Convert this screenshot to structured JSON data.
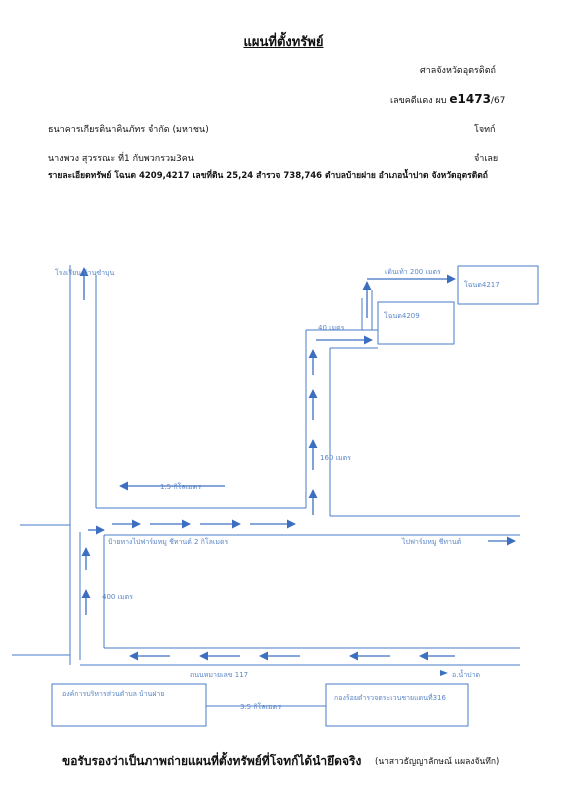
{
  "header": {
    "title": "แผนที่ตั้งทรัพย์",
    "court": "ศาลจังหวัดอุตรดิตถ์",
    "case_prefix": "เลขคดีแดง ผบ",
    "case_number": "e1473",
    "case_year": "/67"
  },
  "parties": {
    "plaintiff": "ธนาคารเกียรตินาคินภัทร จำกัด (มหาชน)",
    "plaintiff_role": "โจทก์",
    "defendant": "นางพวง สุวรรณะ ที่1 กับพวกรวม3คน",
    "defendant_role": "จำเลย"
  },
  "property_detail": "รายละเอียดทรัพย์ โฉนด 4209,4217 เลขที่ดิน 25,24 สำรวจ 738,746 ตำบลบ้ายฝาย อำเภอน้ำปาด จังหวัดอุตรดิตถ์",
  "map": {
    "school": "โรงเรียน บ้านซำบุน",
    "walk_200": "เดินเท้า 200 เมตร",
    "deed_4217": "โฉนด4217",
    "deed_4209": "โฉนด4209",
    "dist_40": "40 เมตร",
    "dist_160": "160 เมตร",
    "dist_1_5": "1.5 กิโลเมตร",
    "turn_label": "ป้ายทางไปฟาร์มหมู ชีทานต์ 2 กิโลเมตร",
    "pig_farm": "ไปฟาร์มหมู ชีทานต์",
    "dist_400": "400 เมตร",
    "highway": "ถนนหมายเลข 117",
    "to_nampat": "อ.น้ำปาด",
    "tambon_office": "องค์การบริหารส่วนตำบล บ้านฝาย",
    "dist_3_5": "3.5 กิโลเมตร",
    "police": "กองร้อยตำรวจตระเวนชายแดนที่316"
  },
  "footer": {
    "certification": "ขอรับรองว่าเป็นภาพถ่ายแผนที่ตั้งทรัพย์ที่โจทก์ได้นำยึดจริง",
    "certifier": "(นาสาวธัญญาลักษณ์ แผลงจันทึก)"
  }
}
